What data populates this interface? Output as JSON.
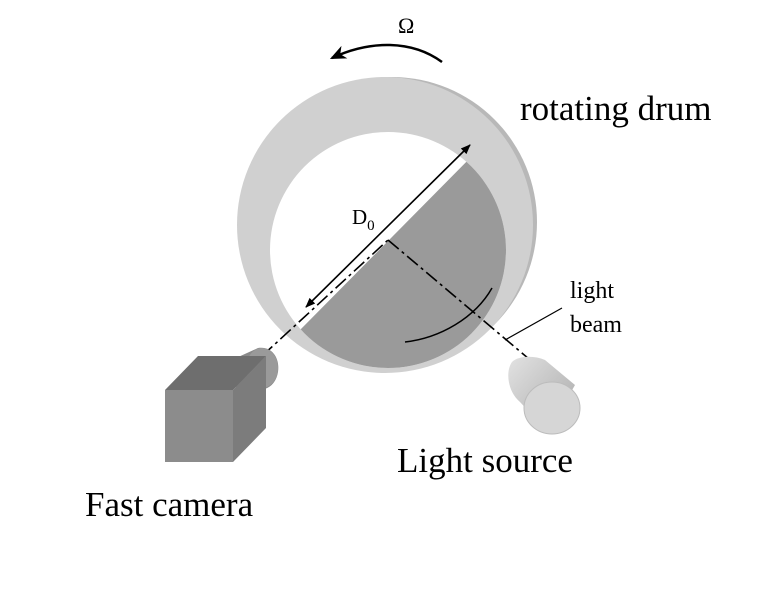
{
  "labels": {
    "omega": "Ω",
    "drum": "rotating drum",
    "diameter_main": "D",
    "diameter_sub": "0",
    "beam_line1": "light",
    "beam_line2": "beam",
    "light_source": "Light source",
    "camera": "Fast camera"
  },
  "colors": {
    "drum_ring": "#d0d0d0",
    "drum_ring_shadow": "#b8b8b8",
    "granular_fill": "#9a9a9a",
    "camera_front": "#8c8c8c",
    "camera_top": "#6e6e6e",
    "camera_side": "#7c7c7c",
    "light_body": "#c4c4c4",
    "light_face": "#d6d6d6"
  },
  "icons": {
    "rotation": "curved-arrow-counterclockwise-icon",
    "camera": "camera-box-icon",
    "light": "cylinder-lamp-icon"
  }
}
